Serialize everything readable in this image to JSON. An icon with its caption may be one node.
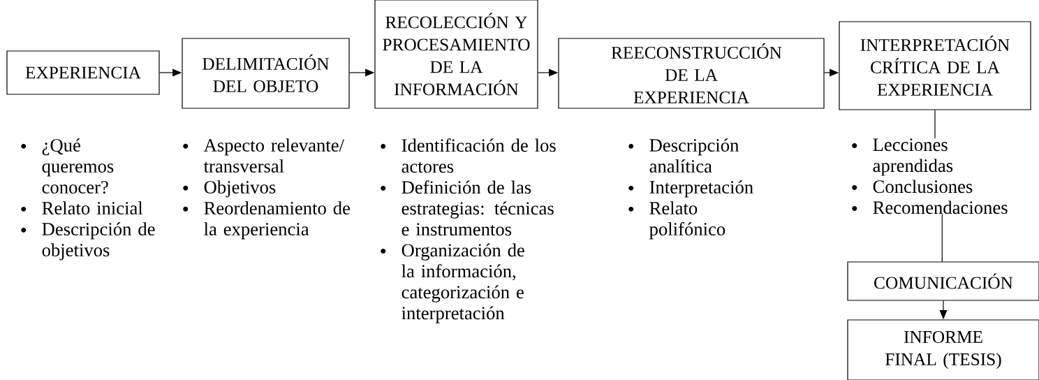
{
  "diagram": {
    "nodes": [
      {
        "text": [
          "EXPERIENCIA"
        ],
        "beside": [
          "¿Qué queremos conocer?",
          "Relato inicial",
          "Descripción de objetivos"
        ]
      },
      {
        "text": [
          "DELIMITACIÓN DEL OBJETO"
        ],
        "beside": [
          "Aspecto relevante/ transversal",
          "Objetivos",
          "Reordenamiento de la experiencia"
        ]
      },
      {
        "text": [
          "RECOLECCIÓN Y PROCESAMIENTO DE LA INFORMACIÓN"
        ],
        "beside": [
          "Identificación de los actores",
          "Definición de las estrategias: técnicas e instrumentos",
          "Organización de la información, categorización e interpretación"
        ]
      },
      {
        "text": [
          "REECONSTRUCCIÓN DE LA EXPERIENCIA"
        ],
        "beside": [
          "Descripción analítica",
          "Interpretación",
          "Relato polifónico"
        ]
      },
      {
        "text": [
          "INTERPRETACIÓN CRÍTICA DE LA EXPERIENCIA"
        ]
      },
      {
        "text": [
          "Lecciones aprendidas",
          "Conclusiones",
          "Recomendaciones"
        ]
      },
      {
        "text": [
          "COMUNICACIÓN"
        ]
      },
      {
        "text": [
          "INFORME FINAL (TESIS)"
        ]
      }
    ],
    "edges": [
      {
        "from": 0,
        "to": 1,
        "arrow": "to"
      },
      {
        "from": 1,
        "to": 2,
        "arrow": "to"
      },
      {
        "from": 2,
        "to": 3,
        "arrow": "to"
      },
      {
        "from": 3,
        "to": 4,
        "arrow": "to"
      },
      {
        "from": 4,
        "to": 5,
        "arrow": "none"
      },
      {
        "from": 5,
        "to": 6,
        "arrow": "none"
      },
      {
        "from": 6,
        "to": 7,
        "arrow": "to"
      }
    ]
  }
}
